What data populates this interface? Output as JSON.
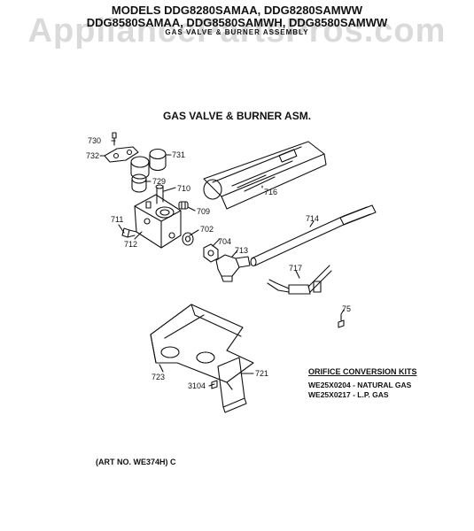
{
  "header": {
    "line1": "MODELS DDG8280SAMAA, DDG8280SAMWW",
    "line2": "DDG8580SAMAA, DDG8580SAMWH, DDG8580SAMWW",
    "line3": "GAS VALVE & BURNER ASSEMBLY"
  },
  "watermark": "AppliancePartsPros.com",
  "title": "GAS VALVE & BURNER ASM.",
  "parts": [
    {
      "id": "730"
    },
    {
      "id": "732"
    },
    {
      "id": "731"
    },
    {
      "id": "729"
    },
    {
      "id": "710"
    },
    {
      "id": "709"
    },
    {
      "id": "711"
    },
    {
      "id": "712"
    },
    {
      "id": "702"
    },
    {
      "id": "704"
    },
    {
      "id": "713"
    },
    {
      "id": "714"
    },
    {
      "id": "716"
    },
    {
      "id": "717"
    },
    {
      "id": "75"
    },
    {
      "id": "723"
    },
    {
      "id": "721"
    },
    {
      "id": "3104"
    }
  ],
  "orifice_kits": {
    "title": "ORIFICE CONVERSION KITS",
    "items": [
      "WE25X0204 - NATURAL GAS",
      "WE25X0217 - L.P. GAS"
    ]
  },
  "art_no": "(ART NO. WE374H) C"
}
